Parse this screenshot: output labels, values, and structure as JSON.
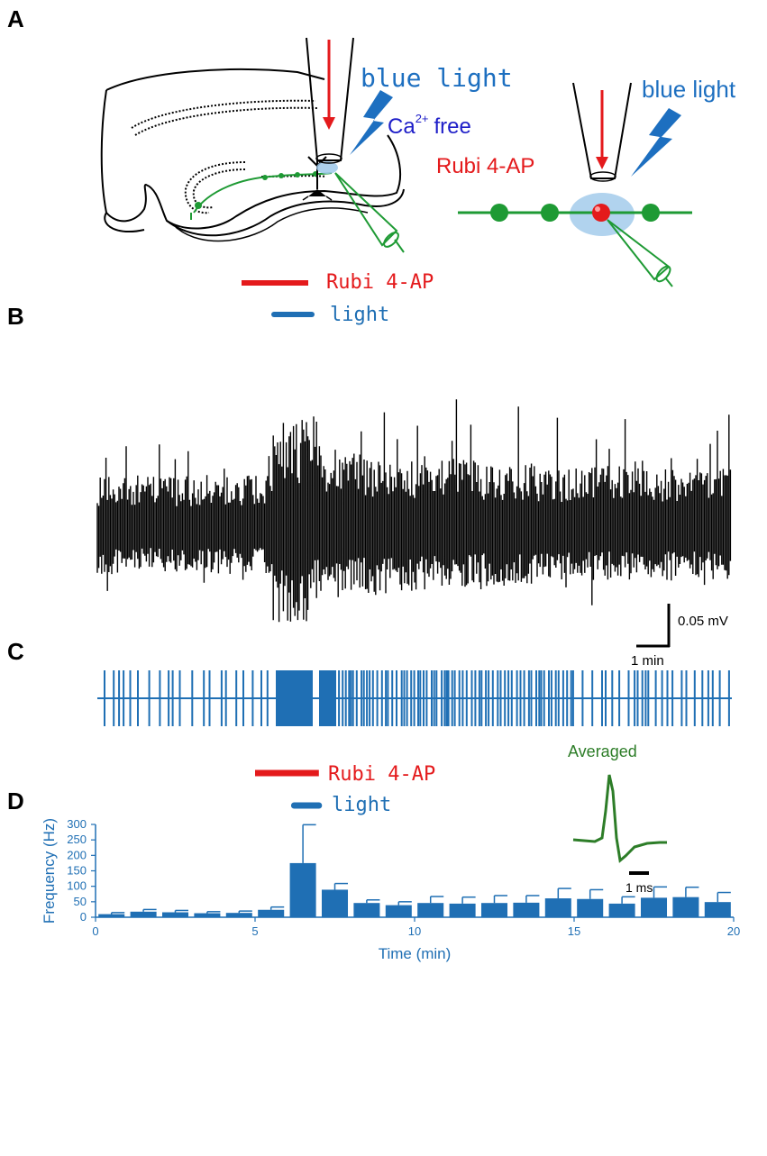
{
  "panels": {
    "a": "A",
    "b": "B",
    "c": "C",
    "d": "D"
  },
  "panel_a": {
    "blue_light_left": "blue light",
    "ca_base": "Ca",
    "ca_sup": "2+",
    "ca_free": "free",
    "blue_light_right": "blue light",
    "rubi_label": "Rubi 4-AP"
  },
  "panel_b": {
    "rubi_label": "Rubi 4-AP",
    "light_label": "light",
    "scale_v": "0.05 mV",
    "scale_t": "1 min"
  },
  "panel_d": {
    "rubi_label": "Rubi 4-AP",
    "light_label": "light",
    "inset_title": "Averaged",
    "inset_scale": "1 ms"
  },
  "colors": {
    "blue": "#1f6fb4",
    "red": "#e41a1c",
    "green": "#1e9a34",
    "dark_green": "#2d7d28",
    "text_blue": "#1d6fc0",
    "ca_blue": "#1e1ec8"
  },
  "chart_data": {
    "type": "bar",
    "x": [
      0.5,
      1.5,
      2.5,
      3.5,
      4.5,
      5.5,
      6.5,
      7.5,
      8.5,
      9.5,
      10.5,
      11.5,
      12.5,
      13.5,
      14.5,
      15.5,
      16.5,
      17.5,
      18.5,
      19.5
    ],
    "values": [
      10,
      18,
      16,
      13,
      14,
      24,
      175,
      89,
      46,
      39,
      46,
      44,
      46,
      47,
      61,
      59,
      44,
      63,
      65,
      49
    ],
    "errors": [
      5,
      7,
      6,
      5,
      6,
      9,
      124,
      20,
      10,
      11,
      21,
      21,
      24,
      23,
      32,
      30,
      22,
      35,
      32,
      31
    ],
    "xlabel": "Time (min)",
    "ylabel": "Frequency (Hz)",
    "xlim": [
      0,
      20
    ],
    "ylim": [
      0,
      300
    ],
    "xticks": [
      0,
      5,
      10,
      15,
      20
    ],
    "yticks": [
      0,
      50,
      100,
      150,
      200,
      250,
      300
    ],
    "rubi_interval": [
      5,
      7
    ],
    "light_interval": [
      6,
      7
    ]
  }
}
